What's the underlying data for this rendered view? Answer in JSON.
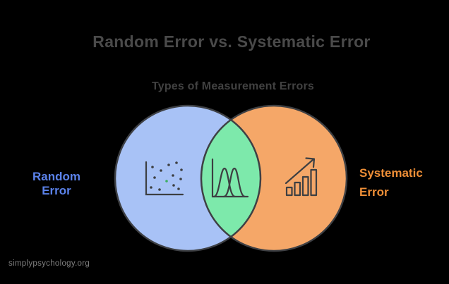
{
  "title": {
    "text": "Random Error vs. Systematic Error"
  },
  "subtitle": {
    "text": "Types of Measurement Errors"
  },
  "venn": {
    "left": {
      "label": "Random Error",
      "icon": "scatter-plot-icon"
    },
    "overlap": {
      "icon": "normal-distribution-icon"
    },
    "right": {
      "label": "Systematic Error",
      "icon": "bar-chart-growth-icon"
    }
  },
  "watermark": {
    "text": "simplypsychology.org"
  },
  "colors": {
    "background": "#000000",
    "left_circle_fill": "#a8c2f6",
    "right_circle_fill": "#f5a768",
    "overlap_fill": "#7de9ab",
    "outline": "#3e4044",
    "icon_stroke": "#3d3f42",
    "left_label": "#5b82ea",
    "right_label": "#ef8f37",
    "title": "#4a4a4a",
    "subtitle": "#414141",
    "watermark": "#7f7f7f",
    "scatter_highlight_dot": "#3fae63"
  }
}
